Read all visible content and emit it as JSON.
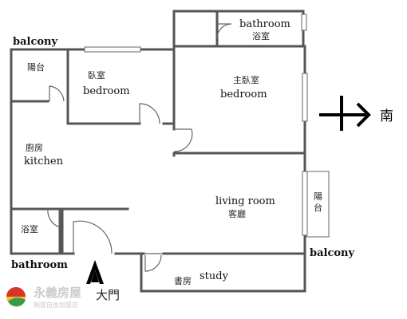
{
  "rooms": {
    "bathroom_top": {
      "en": "bathroom",
      "zh": "浴室"
    },
    "master_bedroom": {
      "en": "bedroom",
      "zh": "主臥室"
    },
    "bedroom": {
      "en": "bedroom",
      "zh": "臥室"
    },
    "balcony_top": {
      "en": "balcony",
      "zh": "陽台"
    },
    "kitchen": {
      "en": "kitchen",
      "zh": "廚房"
    },
    "bathroom_left": {
      "en": "bathroom",
      "zh": "浴室"
    },
    "living_room": {
      "en": "living room",
      "zh": "客廳"
    },
    "balcony_right": {
      "en": "balcony",
      "zh": "陽台"
    },
    "study": {
      "en": "study",
      "zh": "書房"
    }
  },
  "entrance": {
    "zh": "大門"
  },
  "compass": {
    "south": "南"
  },
  "brand": {
    "name": "永義房屋",
    "tagline": "飼盟自由加盟店"
  },
  "colors": {
    "wall": "#555555",
    "brand_red": "#d8352a",
    "brand_green": "#3a9a4a",
    "brand_yellow": "#f2c230"
  }
}
